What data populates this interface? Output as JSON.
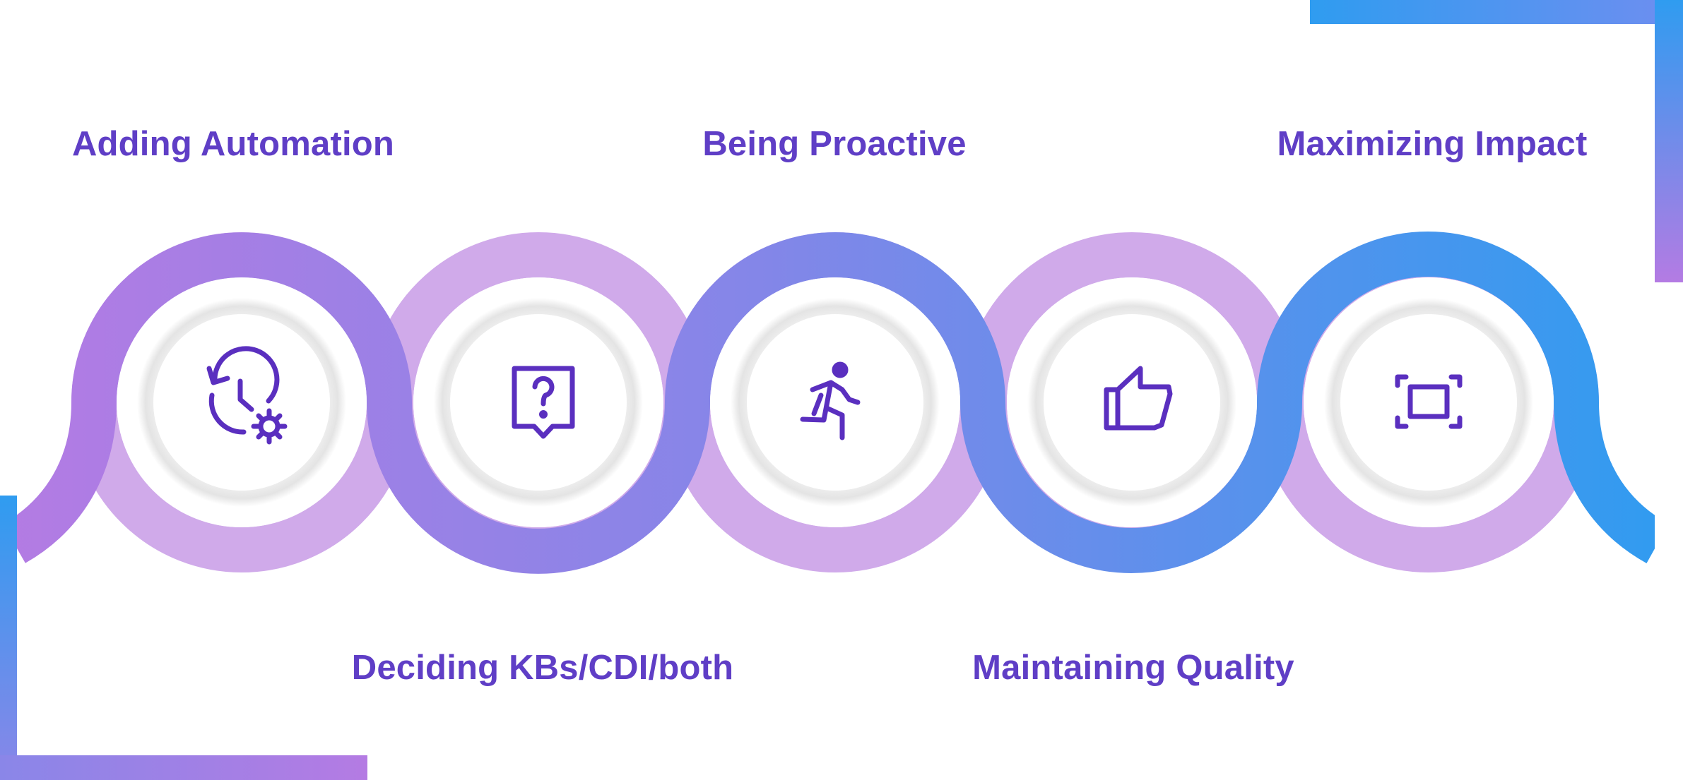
{
  "steps": [
    {
      "label": "Adding Automation",
      "icon": "history-settings-icon",
      "position": "top"
    },
    {
      "label": "Deciding KBs/CDI/both",
      "icon": "question-message-icon",
      "position": "bottom"
    },
    {
      "label": "Being Proactive",
      "icon": "running-person-icon",
      "position": "top"
    },
    {
      "label": "Maintaining Quality",
      "icon": "thumbs-up-icon",
      "position": "bottom"
    },
    {
      "label": "Maximizing Impact",
      "icon": "fullscreen-frame-icon",
      "position": "top"
    }
  ],
  "colors": {
    "label_text": "#5f3ec6",
    "icon_stroke": "#5a2fbf",
    "ring_light": "#d0aaea",
    "gradient_start": "#b47be3",
    "gradient_mid": "#8486e8",
    "gradient_end": "#2f9cf0",
    "inner_disc": "#ffffff",
    "inner_halo": "#ececec"
  }
}
